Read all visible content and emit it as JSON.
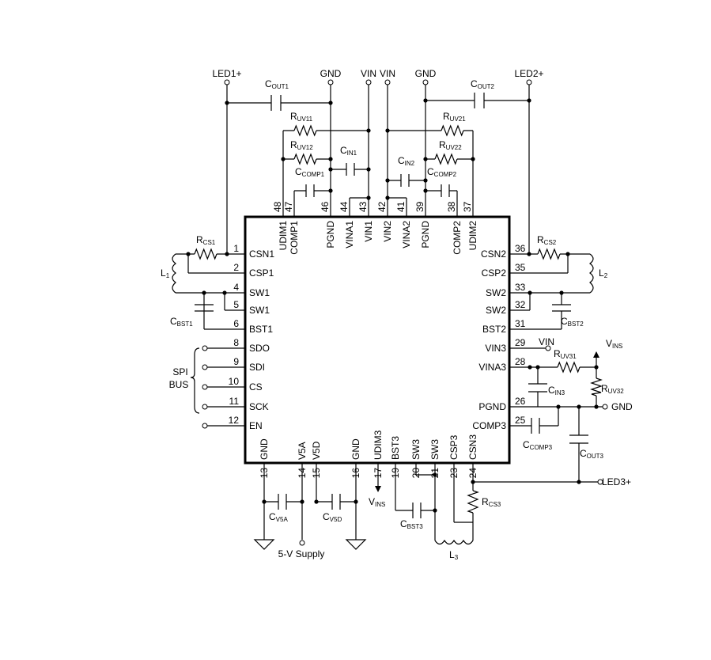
{
  "ic": {
    "left_pins": [
      {
        "num": "1",
        "name": "CSN1"
      },
      {
        "num": "2",
        "name": "CSP1"
      },
      {
        "num": "4",
        "name": "SW1"
      },
      {
        "num": "5",
        "name": "SW1"
      },
      {
        "num": "6",
        "name": "BST1"
      },
      {
        "num": "8",
        "name": "SDO"
      },
      {
        "num": "9",
        "name": "SDI"
      },
      {
        "num": "10",
        "name": "CS"
      },
      {
        "num": "11",
        "name": "SCK"
      },
      {
        "num": "12",
        "name": "EN"
      }
    ],
    "right_pins": [
      {
        "num": "36",
        "name": "CSN2"
      },
      {
        "num": "35",
        "name": "CSP2"
      },
      {
        "num": "33",
        "name": "SW2"
      },
      {
        "num": "32",
        "name": "SW2"
      },
      {
        "num": "31",
        "name": "BST2"
      },
      {
        "num": "29",
        "name": "VIN3"
      },
      {
        "num": "28",
        "name": "VINA3"
      },
      {
        "num": "26",
        "name": "PGND"
      },
      {
        "num": "25",
        "name": "COMP3"
      }
    ],
    "top_pins": [
      {
        "num": "48",
        "name": "UDIM1"
      },
      {
        "num": "47",
        "name": "COMP1"
      },
      {
        "num": "46",
        "name": "PGND"
      },
      {
        "num": "44",
        "name": "VINA1"
      },
      {
        "num": "43",
        "name": "VIN1"
      },
      {
        "num": "42",
        "name": "VIN2"
      },
      {
        "num": "41",
        "name": "VINA2"
      },
      {
        "num": "39",
        "name": "PGND"
      },
      {
        "num": "38",
        "name": "COMP2"
      },
      {
        "num": "37",
        "name": "UDIM2"
      }
    ],
    "bottom_pins": [
      {
        "num": "13",
        "name": "GND"
      },
      {
        "num": "14",
        "name": "V5A"
      },
      {
        "num": "15",
        "name": "V5D"
      },
      {
        "num": "16",
        "name": "GND"
      },
      {
        "num": "17",
        "name": "UDIM3"
      },
      {
        "num": "19",
        "name": "BST3"
      },
      {
        "num": "20",
        "name": "SW3"
      },
      {
        "num": "21",
        "name": "SW3"
      },
      {
        "num": "23",
        "name": "CSP3"
      },
      {
        "num": "24",
        "name": "CSN3"
      }
    ]
  },
  "nets": {
    "led1p": "LED1+",
    "led2p": "LED2+",
    "led3p": "LED3+",
    "gnd_top1": "GND",
    "gnd_top2": "GND",
    "gnd_right": "GND",
    "vin_top1": "VIN",
    "vin_top2": "VIN",
    "vin_right": "VIN",
    "spi_line1": "SPI",
    "spi_line2": "BUS",
    "supply": "5-V Supply"
  },
  "components": {
    "cout1": {
      "main": "C",
      "sub": "OUT1"
    },
    "cout2": {
      "main": "C",
      "sub": "OUT2"
    },
    "ruv11": {
      "main": "R",
      "sub": "UV11"
    },
    "ruv12": {
      "main": "R",
      "sub": "UV12"
    },
    "ruv21": {
      "main": "R",
      "sub": "UV21"
    },
    "ruv22": {
      "main": "R",
      "sub": "UV22"
    },
    "cin1": {
      "main": "C",
      "sub": "IN1"
    },
    "cin2": {
      "main": "C",
      "sub": "IN2"
    },
    "ccomp1": {
      "main": "C",
      "sub": "COMP1"
    },
    "ccomp2": {
      "main": "C",
      "sub": "COMP2"
    },
    "rcs1": {
      "main": "R",
      "sub": "CS1"
    },
    "rcs2": {
      "main": "R",
      "sub": "CS2"
    },
    "l1": {
      "main": "L",
      "sub": "1"
    },
    "l2": {
      "main": "L",
      "sub": "2"
    },
    "cbst1": {
      "main": "C",
      "sub": "BST1"
    },
    "cbst2": {
      "main": "C",
      "sub": "BST2"
    },
    "ruv31": {
      "main": "R",
      "sub": "UV31"
    },
    "ruv32": {
      "main": "R",
      "sub": "UV32"
    },
    "cin3": {
      "main": "C",
      "sub": "IN3"
    },
    "ccomp3": {
      "main": "C",
      "sub": "COMP3"
    },
    "cout3": {
      "main": "C",
      "sub": "OUT3"
    },
    "rcs3": {
      "main": "R",
      "sub": "CS3"
    },
    "cv5a": {
      "main": "C",
      "sub": "V5A"
    },
    "cv5d": {
      "main": "C",
      "sub": "V5D"
    },
    "cbst3": {
      "main": "C",
      "sub": "BST3"
    },
    "l3": {
      "main": "L",
      "sub": "3"
    },
    "vins1": {
      "main": "V",
      "sub": "INS"
    },
    "vins2": {
      "main": "V",
      "sub": "INS"
    }
  }
}
